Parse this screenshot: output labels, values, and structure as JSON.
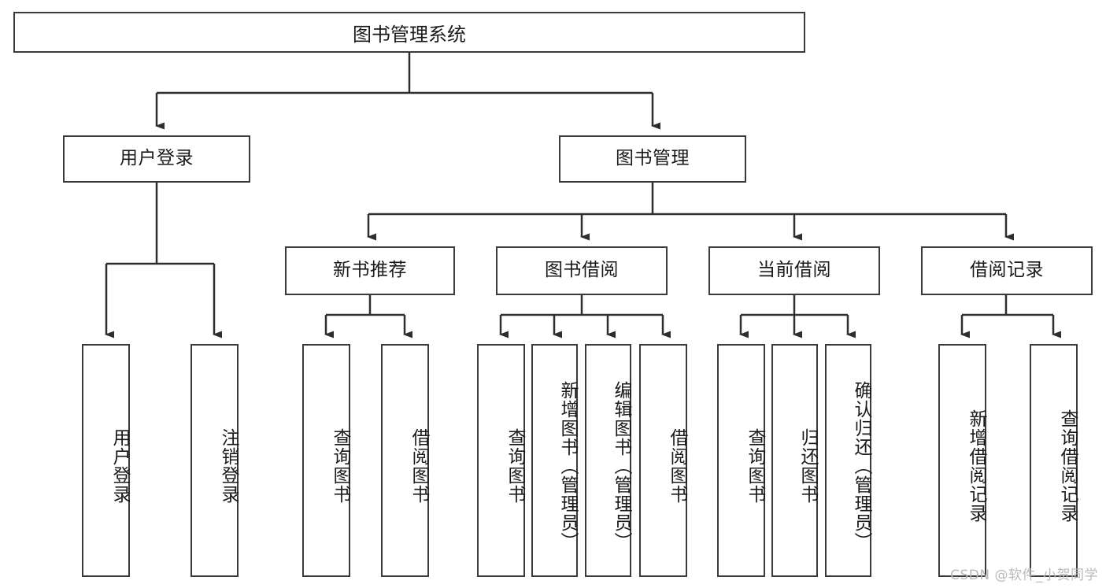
{
  "diagram": {
    "title": "图书管理系统",
    "root": {
      "label": "图书管理系统"
    },
    "level1": [
      {
        "label": "用户登录"
      },
      {
        "label": "图书管理"
      }
    ],
    "level2": [
      {
        "label": "新书推荐"
      },
      {
        "label": "图书借阅"
      },
      {
        "label": "当前借阅"
      },
      {
        "label": "借阅记录"
      }
    ],
    "leaves": {
      "user_login": [
        {
          "label": "用户登录"
        },
        {
          "label": "注销登录"
        }
      ],
      "new_book": [
        {
          "label": "查询图书"
        },
        {
          "label": "借阅图书"
        }
      ],
      "book_borrow": [
        {
          "label": "查询图书"
        },
        {
          "label": "新增图书（管理员）"
        },
        {
          "label": "编辑图书（管理员）"
        },
        {
          "label": "借阅图书"
        }
      ],
      "current_borrow": [
        {
          "label": "查询图书"
        },
        {
          "label": "归还图书"
        },
        {
          "label": "确认归还（管理员）"
        }
      ],
      "borrow_record": [
        {
          "label": "新增借阅记录"
        },
        {
          "label": "查询借阅记录"
        }
      ]
    },
    "watermark": "CSDN @软件_小贺同学",
    "colors": {
      "stroke": "#3a3a3a",
      "background": "#ffffff",
      "text": "#1a1a1a",
      "watermark": "#b9b9b9"
    }
  }
}
